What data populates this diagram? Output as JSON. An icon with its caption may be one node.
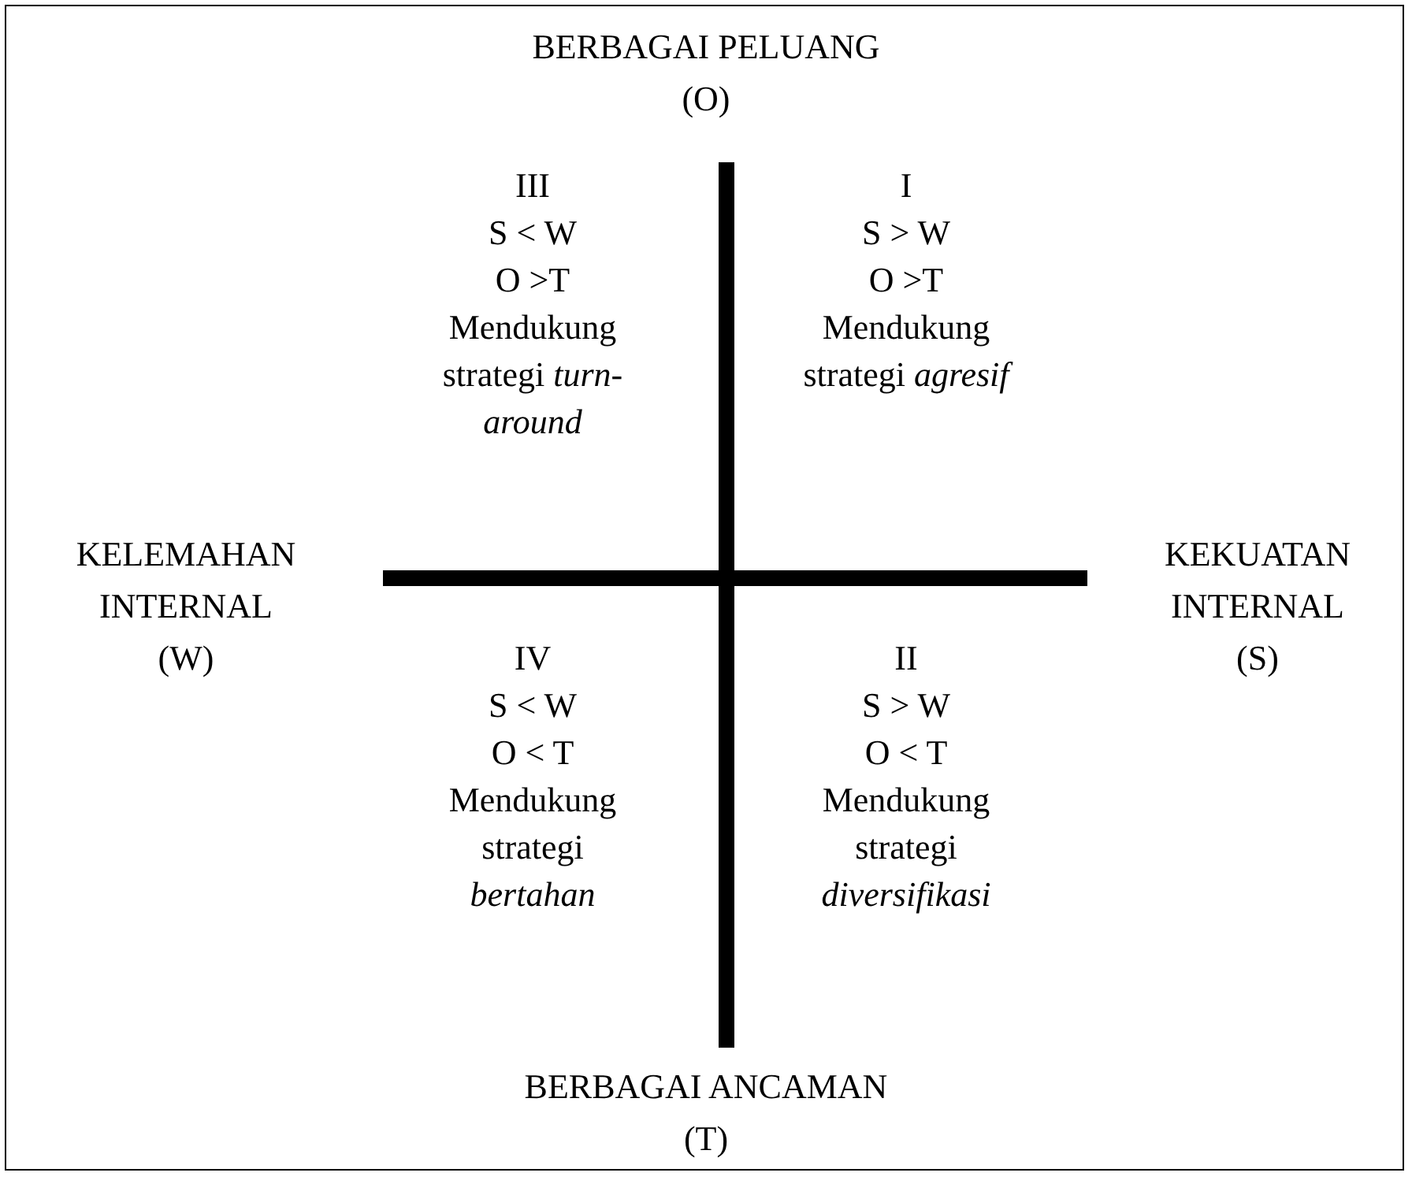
{
  "diagram": {
    "labels": [
      "BERBAGAI PELUANG",
      "(O)",
      "III",
      "S < W",
      "O >T",
      "Mendukung strategi *turn-around*",
      "I",
      "S > W",
      "O >T",
      "Mendukung strategi *agresif*",
      "KELEMAHAN",
      "INTERNAL",
      "(W)",
      "KEKUATAN",
      "INTERNAL",
      "(S)",
      "IV",
      "S < W",
      "O < T",
      "Mendukung strategi *bertahan*",
      "II",
      "S > W",
      "O < T",
      "Mendukung strategi *diversifikasi*",
      "BERBAGAI ANCAMAN",
      "(T)"
    ]
  }
}
